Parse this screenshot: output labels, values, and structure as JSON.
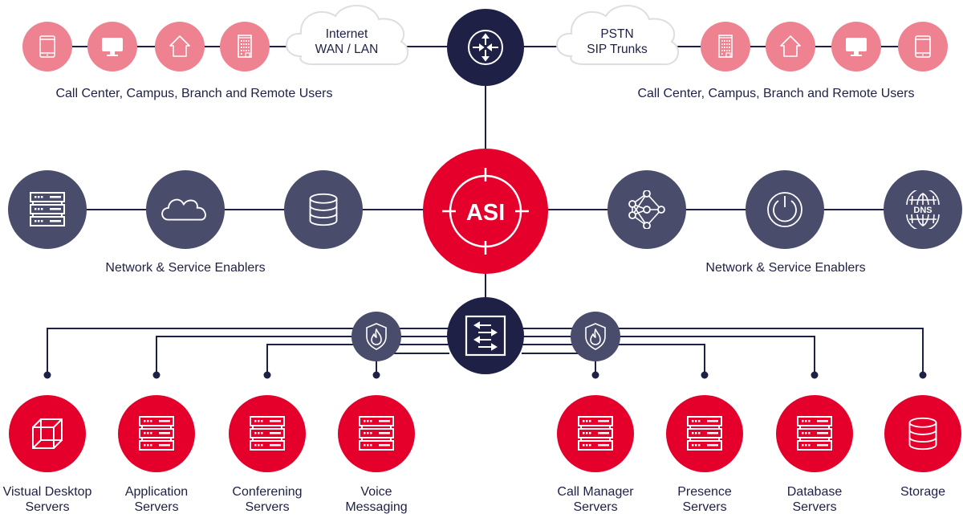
{
  "colors": {
    "navy": "#1e2046",
    "slate": "#4a4c6c",
    "red": "#e4002b",
    "pink": "#ef8290",
    "line": "#1e2046",
    "cloud_stroke": "#dcdcdc",
    "white": "#ffffff"
  },
  "top": {
    "left_group_label": "Call Center, Campus, Branch and Remote Users",
    "right_group_label": "Call Center, Campus, Branch and Remote Users",
    "left_cloud": {
      "line1": "Internet",
      "line2": "WAN / LAN"
    },
    "right_cloud": {
      "line1": "PSTN",
      "line2": "SIP Trunks"
    },
    "left_icons": [
      "tablet-icon",
      "monitor-icon",
      "house-icon",
      "building-icon"
    ],
    "right_icons": [
      "building-icon",
      "house-icon",
      "monitor-icon",
      "tablet-icon"
    ],
    "router_icon": "router-icon"
  },
  "middle": {
    "center_label": "ASI",
    "left_group_label": "Network & Service Enablers",
    "right_group_label": "Network & Service Enablers",
    "left_icons": [
      "server-rack-icon",
      "cloud-icon",
      "database-icon"
    ],
    "right_icons": [
      "neural-network-icon",
      "power-icon",
      "dns-globe-icon"
    ]
  },
  "switch": {
    "icon": "switch-icon"
  },
  "firewalls": [
    "firewall-icon",
    "firewall-icon"
  ],
  "bottom": {
    "items": [
      {
        "line1": "Vistual Desktop",
        "line2": "Servers",
        "icon": "cube-icon"
      },
      {
        "line1": "Application",
        "line2": "Servers",
        "icon": "server-rack-icon"
      },
      {
        "line1": "Conferening",
        "line2": "Servers",
        "icon": "server-rack-icon"
      },
      {
        "line1": "Voice",
        "line2": "Messaging",
        "icon": "server-rack-icon"
      },
      {
        "line1": "Call Manager",
        "line2": "Servers",
        "icon": "server-rack-icon"
      },
      {
        "line1": "Presence",
        "line2": "Servers",
        "icon": "server-rack-icon"
      },
      {
        "line1": "Database",
        "line2": "Servers",
        "icon": "server-rack-icon"
      },
      {
        "line1": "Storage",
        "line2": "",
        "icon": "database-icon"
      }
    ]
  }
}
